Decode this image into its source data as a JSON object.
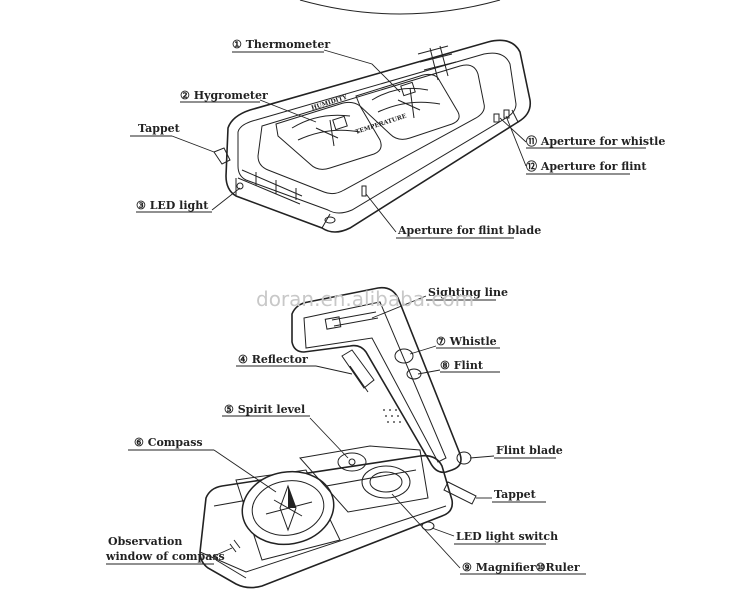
{
  "top_device": {
    "labels": {
      "thermometer": "① Thermometer",
      "hygrometer": "② Hygrometer",
      "tappet": "Tappet",
      "led_light": "③  LED light",
      "aperture_whistle": "⑪ Aperture for whistle",
      "aperture_flint": "⑫ Aperture for flint",
      "aperture_flint_blade": "Aperture for flint blade"
    }
  },
  "bottom_device": {
    "labels": {
      "sighting_line": "Sighting line",
      "whistle": "⑦ Whistle",
      "flint": "⑧  Flint",
      "reflector": "④  Reflector",
      "spirit_level": "⑤  Spirit level",
      "compass": "⑥ Compass",
      "flint_blade": "Flint blade",
      "tappet": "Tappet",
      "observation_line1": "Observation",
      "observation_line2": "window of compass",
      "led_light_switch": "LED light switch",
      "magnifier_ruler": "⑨ Magnifier⑩Ruler"
    }
  },
  "watermark": "doran.en.alibaba.com"
}
